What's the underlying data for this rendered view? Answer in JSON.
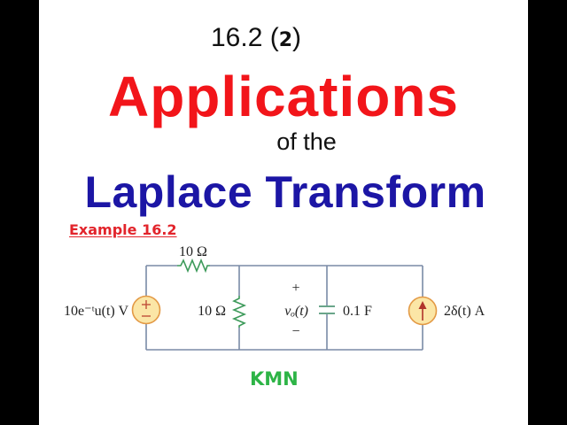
{
  "header": {
    "section_number": "16.2 (",
    "part_number": "2",
    "section_close": ")",
    "title_line1": "Applications",
    "title_line2": "of the",
    "title_line3": "Laplace Transform"
  },
  "example": {
    "label": "Example 16.2"
  },
  "circuit": {
    "series_resistor_label": "10 Ω",
    "voltage_source_label": "10e⁻ᵗu(t) V",
    "shunt_resistor_label": "10 Ω",
    "output_plus": "+",
    "output_label": "vₒ(t)",
    "output_minus": "−",
    "capacitor_label": "0.1 F",
    "current_source_label": "2δ(t) A",
    "colors": {
      "wire": "#7a8aa6",
      "resistor": "#3d9a5a",
      "source_fill": "#fbe6a6",
      "source_stroke": "#e39a46",
      "arrow": "#b0332a",
      "capacitor": "#6aa58a"
    }
  },
  "footer": {
    "credit": "KMN"
  },
  "colors": {
    "title_red": "#f2151a",
    "title_blue": "#1c16a5",
    "example_red": "#e2242b",
    "credit_green": "#2db446",
    "letterbox": "#000000"
  }
}
